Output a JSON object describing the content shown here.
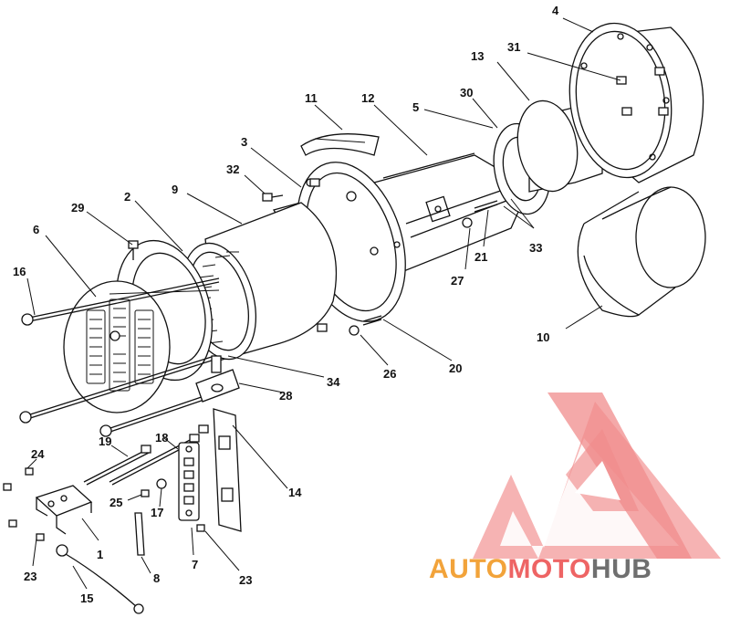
{
  "watermark": {
    "part1": "AUTO",
    "part2": "MOTO",
    "part3": "HUB",
    "colors": {
      "orange": "#f2a33a",
      "red": "#ee6464",
      "gray": "#6f6f6f",
      "logo": "#f08c8c"
    }
  },
  "callouts": [
    {
      "id": "c-1",
      "text": "1"
    },
    {
      "id": "c-2",
      "text": "2"
    },
    {
      "id": "c-3",
      "text": "3"
    },
    {
      "id": "c-4",
      "text": "4"
    },
    {
      "id": "c-5",
      "text": "5"
    },
    {
      "id": "c-6",
      "text": "6"
    },
    {
      "id": "c-7",
      "text": "7"
    },
    {
      "id": "c-8",
      "text": "8"
    },
    {
      "id": "c-9",
      "text": "9"
    },
    {
      "id": "c-10",
      "text": "10"
    },
    {
      "id": "c-11",
      "text": "11"
    },
    {
      "id": "c-12",
      "text": "12"
    },
    {
      "id": "c-13",
      "text": "13"
    },
    {
      "id": "c-14",
      "text": "14"
    },
    {
      "id": "c-15",
      "text": "15"
    },
    {
      "id": "c-16",
      "text": "16"
    },
    {
      "id": "c-17",
      "text": "17"
    },
    {
      "id": "c-18",
      "text": "18"
    },
    {
      "id": "c-19",
      "text": "19"
    },
    {
      "id": "c-20",
      "text": "20"
    },
    {
      "id": "c-21",
      "text": "21"
    },
    {
      "id": "c-23a",
      "text": "23"
    },
    {
      "id": "c-23b",
      "text": "23"
    },
    {
      "id": "c-24",
      "text": "24"
    },
    {
      "id": "c-25",
      "text": "25"
    },
    {
      "id": "c-26",
      "text": "26"
    },
    {
      "id": "c-27",
      "text": "27"
    },
    {
      "id": "c-28",
      "text": "28"
    },
    {
      "id": "c-29",
      "text": "29"
    },
    {
      "id": "c-30",
      "text": "30"
    },
    {
      "id": "c-31",
      "text": "31"
    },
    {
      "id": "c-32",
      "text": "32"
    },
    {
      "id": "c-33",
      "text": "33"
    },
    {
      "id": "c-34",
      "text": "34"
    }
  ]
}
